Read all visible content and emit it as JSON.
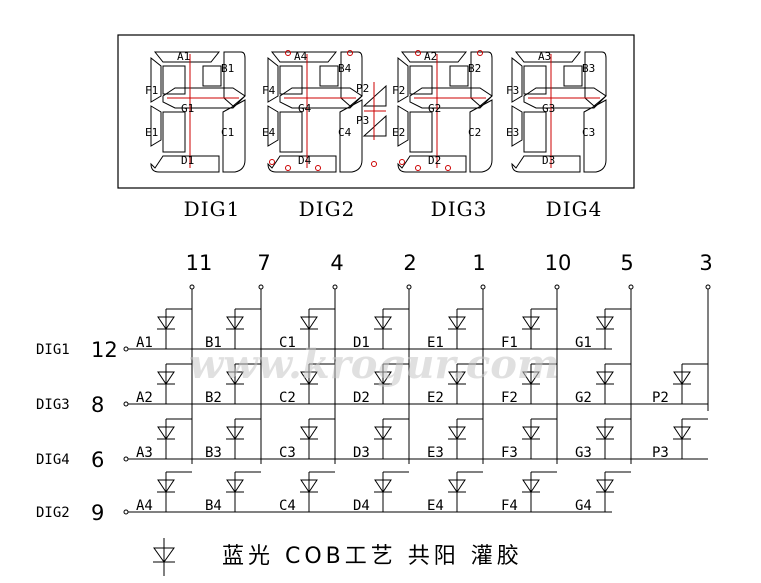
{
  "colors": {
    "line": "#000000",
    "accent": "#cc0000",
    "watermark": "#c8c8c8"
  },
  "digits": [
    {
      "caption": "DIG1",
      "segments": {
        "a": "A1",
        "b": "B1",
        "c": "C1",
        "d": "D1",
        "e": "E1",
        "f": "F1",
        "g": "G1"
      }
    },
    {
      "caption": "DIG2",
      "segments": {
        "a": "A4",
        "b": "B4",
        "c": "C4",
        "d": "D4",
        "e": "E4",
        "f": "F4",
        "g": "G4"
      }
    },
    {
      "caption": "DIG3",
      "segments": {
        "a": "A2",
        "b": "B2",
        "c": "C2",
        "d": "D2",
        "e": "E2",
        "f": "F2",
        "g": "G2"
      }
    },
    {
      "caption": "DIG4",
      "segments": {
        "a": "A3",
        "b": "B3",
        "c": "C3",
        "d": "D3",
        "e": "E3",
        "f": "F3",
        "g": "G3"
      }
    }
  ],
  "colon_labels": [
    "P2",
    "P3"
  ],
  "column_pins": [
    "11",
    "7",
    "4",
    "2",
    "1",
    "10",
    "5",
    "3"
  ],
  "rows": [
    {
      "name": "DIG1",
      "pin": "12",
      "leds": [
        "A1",
        "B1",
        "C1",
        "D1",
        "E1",
        "F1",
        "G1",
        ""
      ]
    },
    {
      "name": "DIG3",
      "pin": "8",
      "leds": [
        "A2",
        "B2",
        "C2",
        "D2",
        "E2",
        "F2",
        "G2",
        "P2"
      ]
    },
    {
      "name": "DIG4",
      "pin": "6",
      "leds": [
        "A3",
        "B3",
        "C3",
        "D3",
        "E3",
        "F3",
        "G3",
        "P3"
      ]
    },
    {
      "name": "DIG2",
      "pin": "9",
      "leds": [
        "A4",
        "B4",
        "C4",
        "D4",
        "E4",
        "F4",
        "G4",
        ""
      ]
    }
  ],
  "watermark": "www.krogur.com",
  "legend": {
    "icon": "diode-icon",
    "text": "蓝光 COB工艺 共阳 灌胶"
  }
}
